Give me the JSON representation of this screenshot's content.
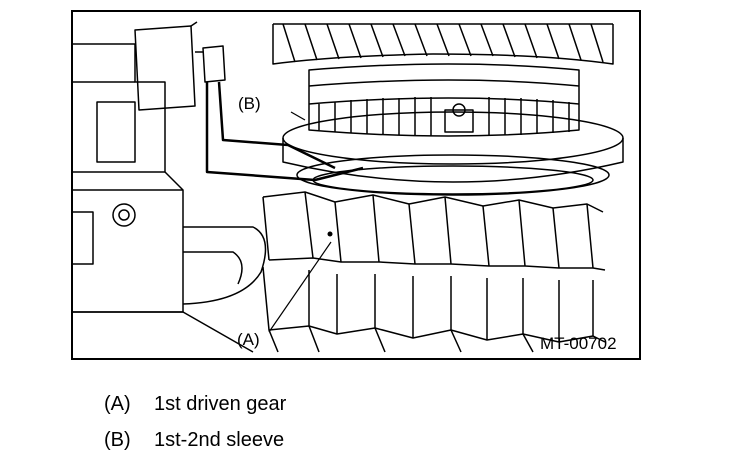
{
  "figure": {
    "code": "MT-00702",
    "callouts": {
      "a": "(A)",
      "b": "(B)"
    }
  },
  "legend": [
    {
      "code": "(A)",
      "text": "1st driven gear"
    },
    {
      "code": "(B)",
      "text": "1st-2nd sleeve"
    }
  ]
}
